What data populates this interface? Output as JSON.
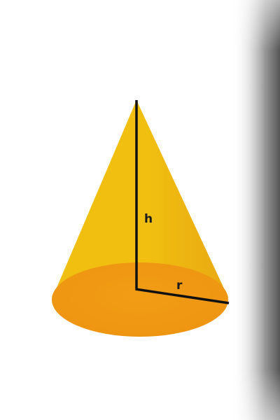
{
  "diagram": {
    "type": "cone",
    "labels": {
      "height": "h",
      "radius": "r"
    },
    "colors": {
      "cone_body": "#f0bf10",
      "cone_body_shade": "#e9a812",
      "base": "#f29c14",
      "base_shade": "#ee9412",
      "line": "#111111",
      "label": "#1a1a1a"
    }
  }
}
